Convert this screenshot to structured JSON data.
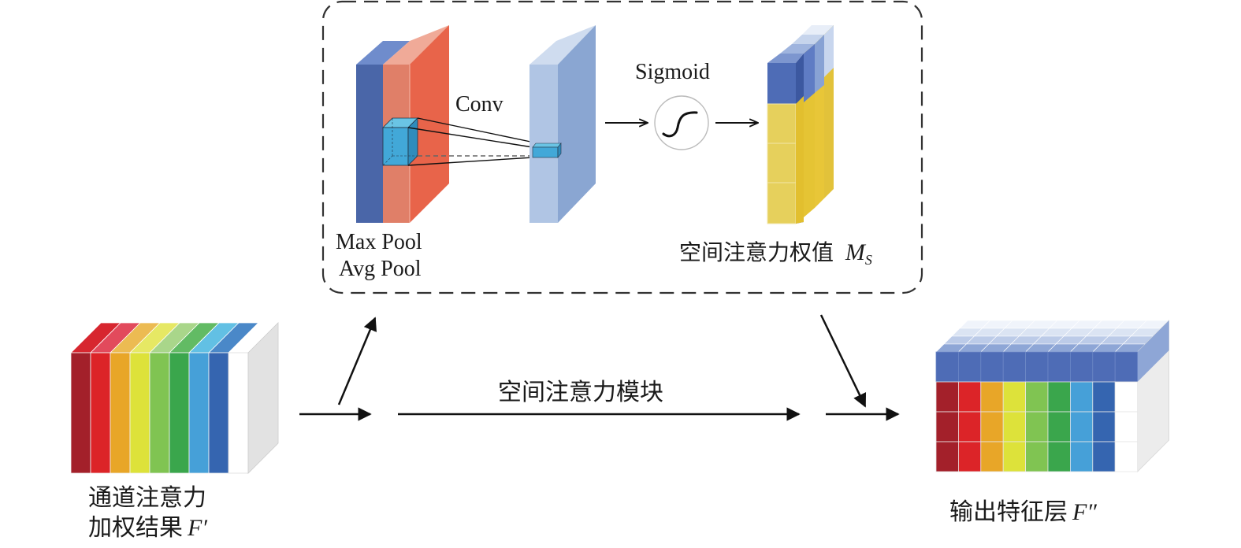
{
  "module": {
    "title": "空间注意力模块",
    "max_pool_label": "Max Pool",
    "avg_pool_label": "Avg Pool",
    "conv_label": "Conv",
    "sigmoid_label": "Sigmoid",
    "weight_label": "空间注意力权值",
    "weight_symbol": "M",
    "weight_subscript": "S"
  },
  "input": {
    "label_line1": "通道注意力",
    "label_line2": "加权结果",
    "symbol": "F′"
  },
  "output": {
    "label": "输出特征层",
    "symbol": "F″"
  },
  "colors": {
    "channel_front": [
      "#a3202a",
      "#dc2428",
      "#e8a628",
      "#dde23a",
      "#80c452",
      "#3aa64c",
      "#46a0d8",
      "#3565b0",
      "#ffffff"
    ],
    "channel_top": [
      "#d7262f",
      "#e24a5c",
      "#ecbb52",
      "#e6e864",
      "#a9d68a",
      "#62bb64",
      "#62c0e4",
      "#4a88c8",
      "#ffffff"
    ],
    "maxpool_blue": "#4a66a8",
    "avgpool_red": "#e8644a",
    "conv_plane": "#a9bfe0",
    "kernel_cyan": "#42a8d8",
    "weight_yellow": "#e6cf58",
    "weight_blue": "#4e6cb6",
    "output_top_blue": "#4e6cb6"
  }
}
